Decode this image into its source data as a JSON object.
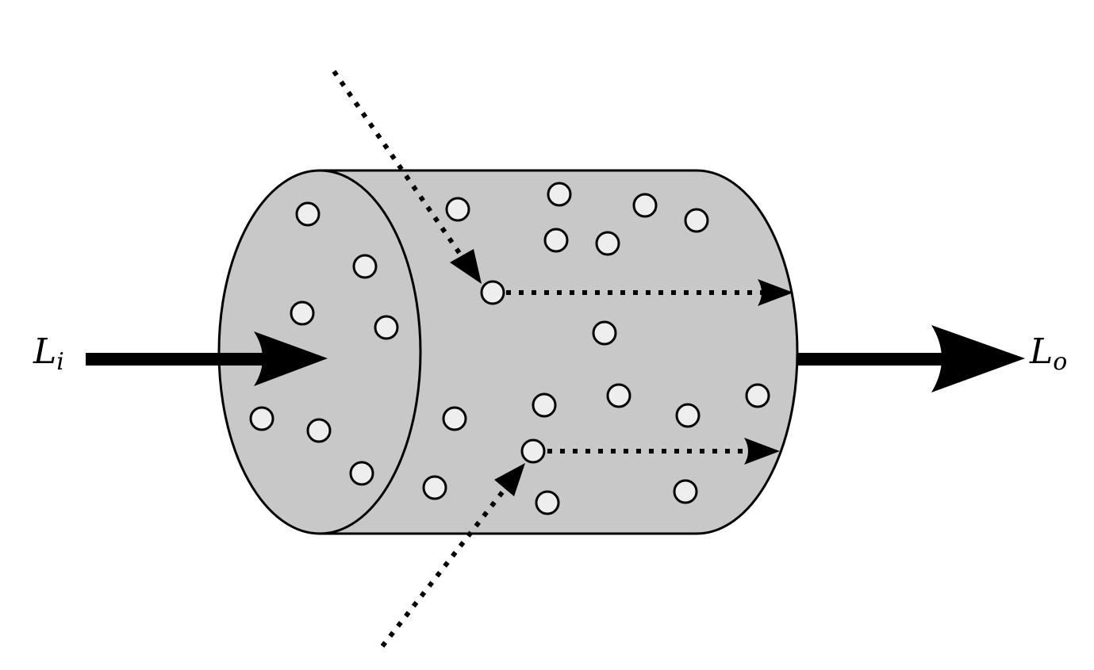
{
  "labels": {
    "input_main": "L",
    "input_sub": "i",
    "output_main": "L",
    "output_sub": "o"
  },
  "colors": {
    "cylinder_fill": "#c8c8c8",
    "particle_fill": "#eeeeee",
    "stroke": "#000000",
    "background": "#ffffff"
  }
}
